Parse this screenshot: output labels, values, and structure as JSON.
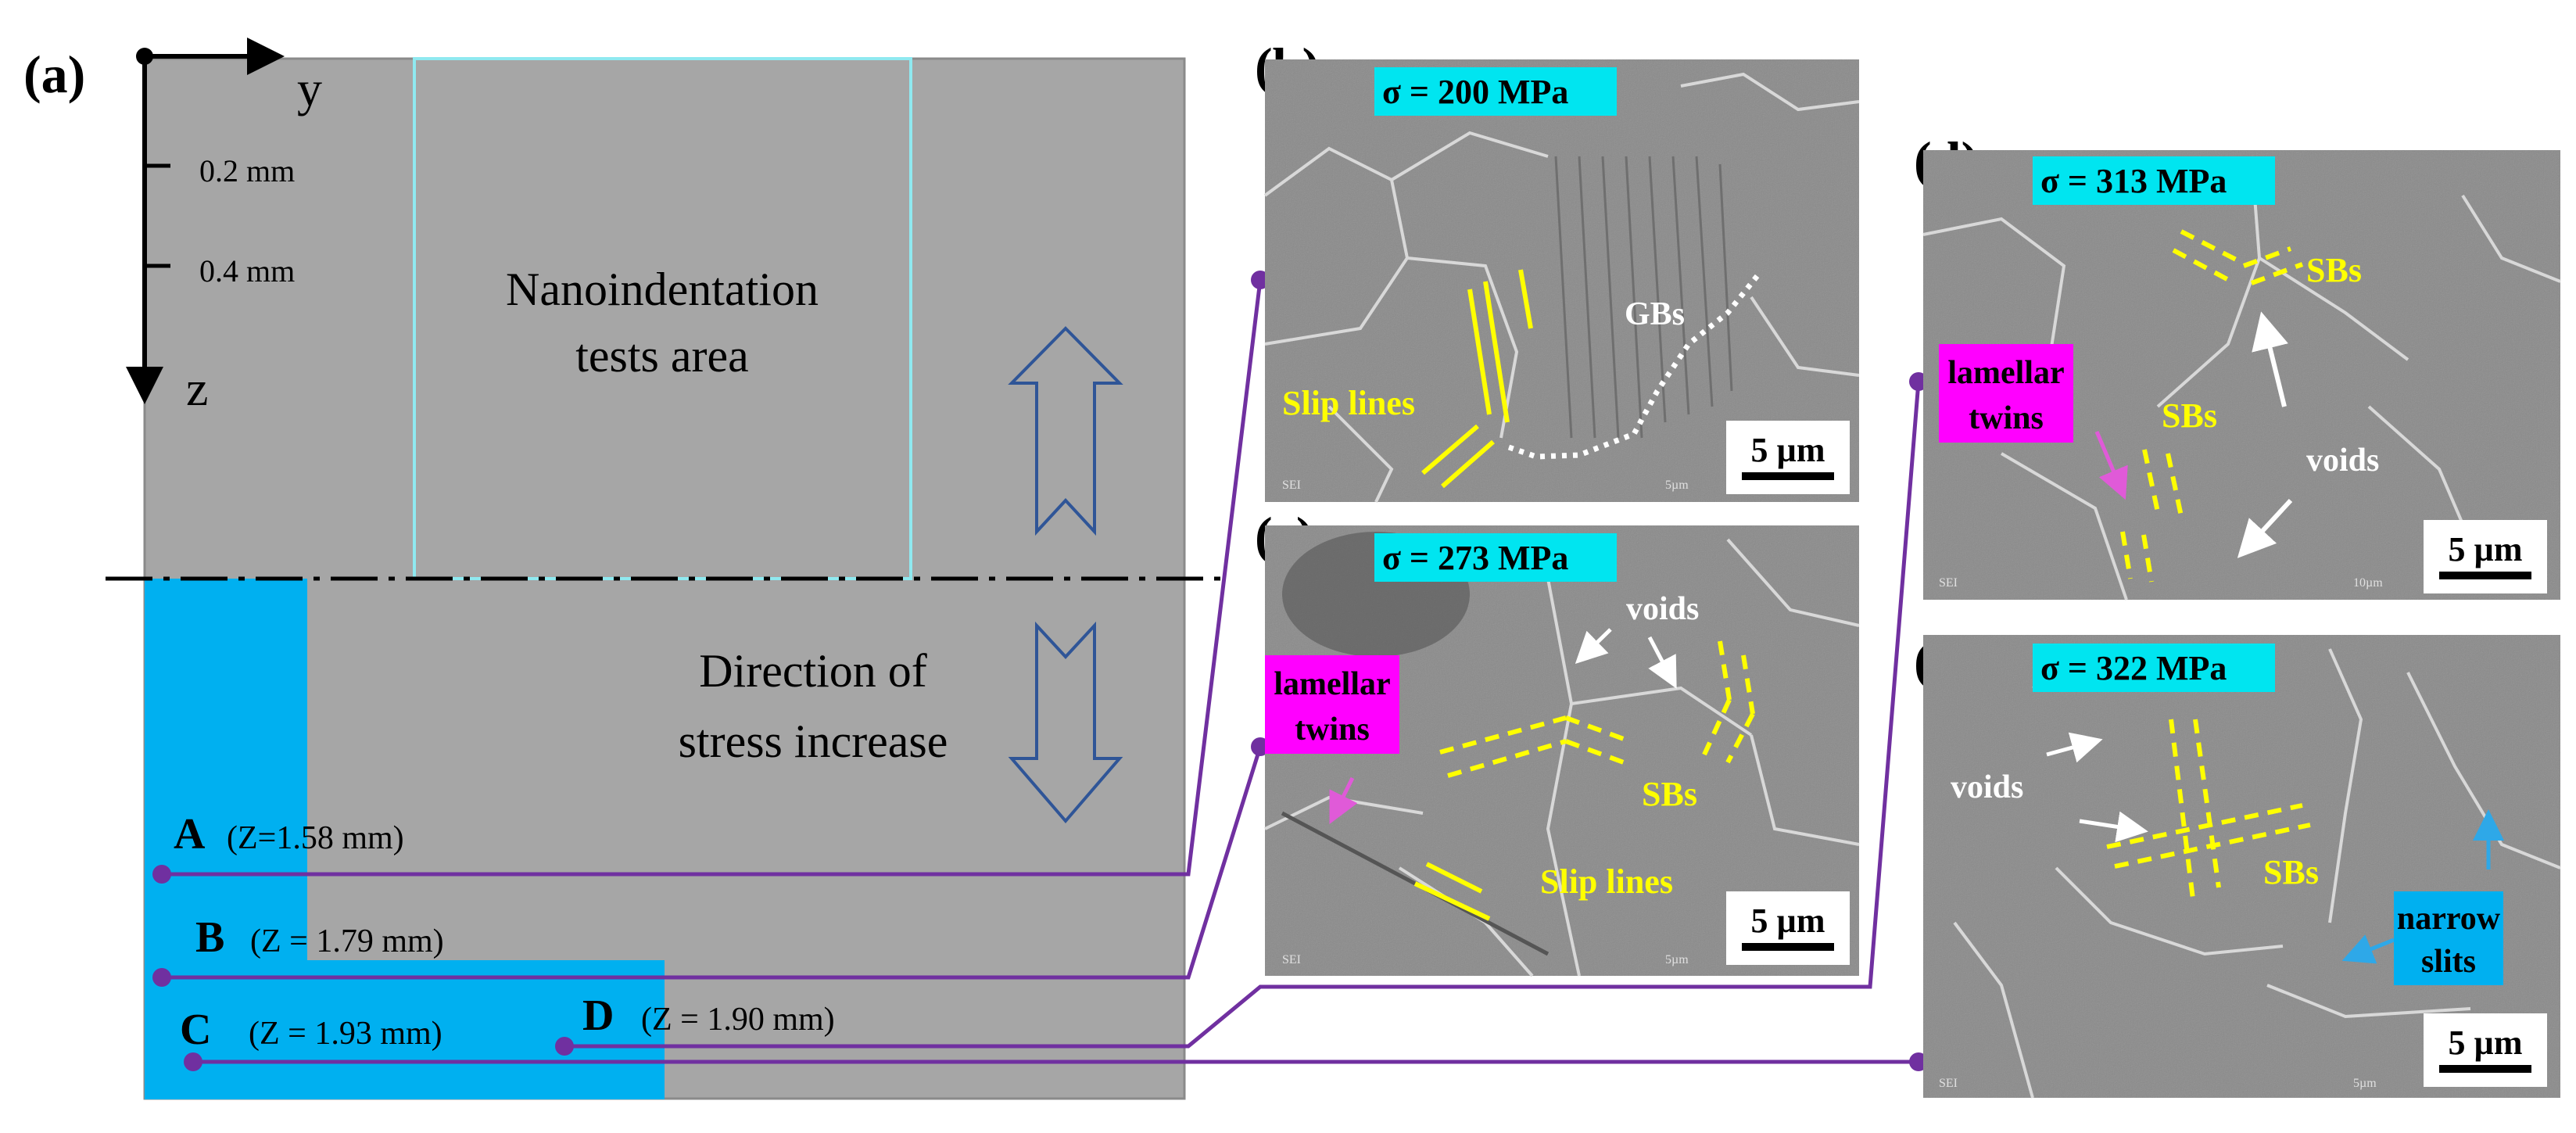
{
  "panel_a": {
    "label": "(a)",
    "axis_y": "y",
    "axis_z": "z",
    "ticks": [
      "0.2 mm",
      "0.4 mm"
    ],
    "nano_area_line1": "Nanoindentation",
    "nano_area_line2": "tests area",
    "direction_line1": "Direction of",
    "direction_line2": "stress increase",
    "points": [
      {
        "id": "A",
        "z": "(Z=1.58 mm)"
      },
      {
        "id": "B",
        "z": "(Z = 1.79 mm)"
      },
      {
        "id": "C",
        "z": "(Z = 1.93 mm)"
      },
      {
        "id": "D",
        "z": "(Z = 1.90 mm)"
      }
    ]
  },
  "micrographs": {
    "b": {
      "label": "(b)",
      "stress": "σ = 200 MPa",
      "annotations": [
        "Slip lines",
        "GBs"
      ],
      "scale": "5 µm",
      "sem_small": [
        "SEI",
        "5µm"
      ]
    },
    "c": {
      "label": "(c)",
      "stress": "σ = 273 MPa",
      "twins_line1": "lamellar",
      "twins_line2": "twins",
      "annotations": [
        "voids",
        "SBs",
        "Slip lines"
      ],
      "scale": "5 µm",
      "sem_small": [
        "SEI",
        "5µm"
      ]
    },
    "d": {
      "label": "(d)",
      "stress": "σ = 313 MPa",
      "twins_line1": "lamellar",
      "twins_line2": "twins",
      "annotations": [
        "SBs",
        "SBs",
        "voids"
      ],
      "scale": "5 µm",
      "sem_small": [
        "SEI",
        "10µm"
      ]
    },
    "e": {
      "label": "(e)",
      "stress": "σ = 322 MPa",
      "annotations": [
        "voids",
        "SBs"
      ],
      "slits_line1": "narrow",
      "slits_line2": "slits",
      "scale": "5 µm",
      "sem_small": [
        "SEI",
        "5µm"
      ]
    }
  },
  "colors": {
    "specimen": "#a6a6a6",
    "region": "#00b0f0",
    "nano_box": "#8fe9f0",
    "connector": "#7030a0",
    "stress_bg": "#00e5f0",
    "twin_bg": "#ff00ff",
    "slit_bg": "#00b0f0",
    "annotation_yellow": "#ffff00",
    "arrow_outline": "#2f5597"
  }
}
